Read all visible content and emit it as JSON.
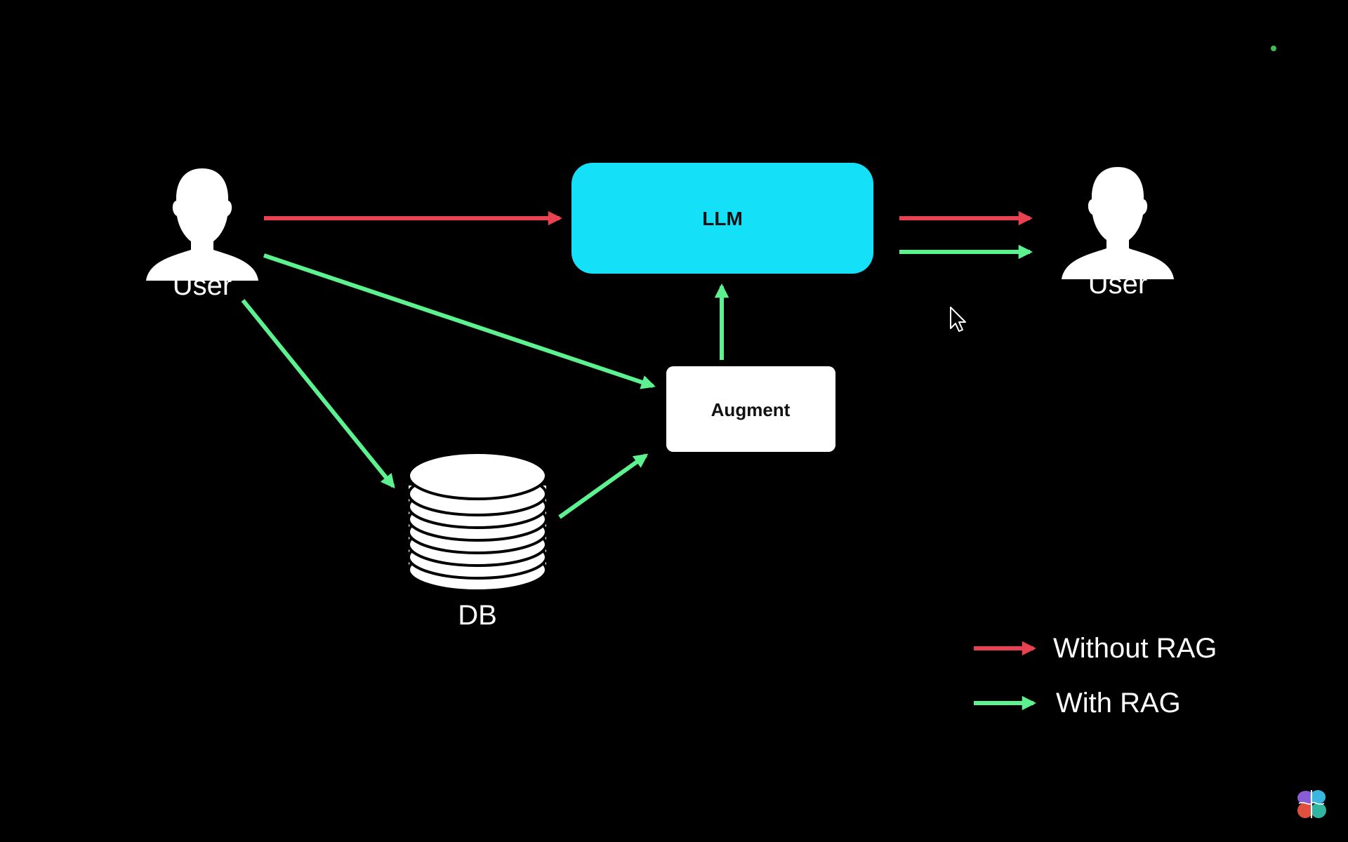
{
  "nodes": {
    "user_left_label": "User",
    "user_right_label": "User",
    "llm_label": "LLM",
    "augment_label": "Augment",
    "db_label": "DB"
  },
  "legend": {
    "without_rag": "Without RAG",
    "with_rag": "With RAG"
  },
  "colors": {
    "without_rag": "#e8414f",
    "with_rag": "#5cf28f",
    "llm_fill": "#14e0f7",
    "augment_fill": "#ffffff",
    "background": "#000000"
  },
  "icons": {
    "user": "person-silhouette-icon",
    "database": "database-stack-icon",
    "cursor": "mouse-pointer-icon",
    "logo": "brain-logo-icon"
  }
}
